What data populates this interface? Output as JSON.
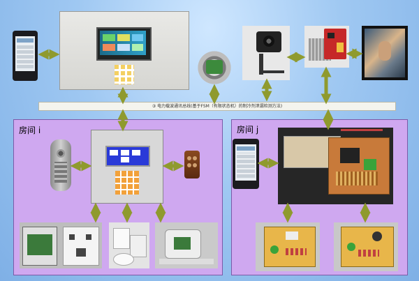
{
  "bus": {
    "label": "③ 电力载波通讯总线(基于FSM（有限状态机）的制冷剂泄漏检测方法)"
  },
  "rooms": [
    {
      "id": "i",
      "title": "房间 i"
    },
    {
      "id": "j",
      "title": "房间 j"
    }
  ],
  "colors": {
    "arrow": "#8f9a2e",
    "room_fill": "#cfa8f0",
    "background": "#9fc8f2"
  }
}
